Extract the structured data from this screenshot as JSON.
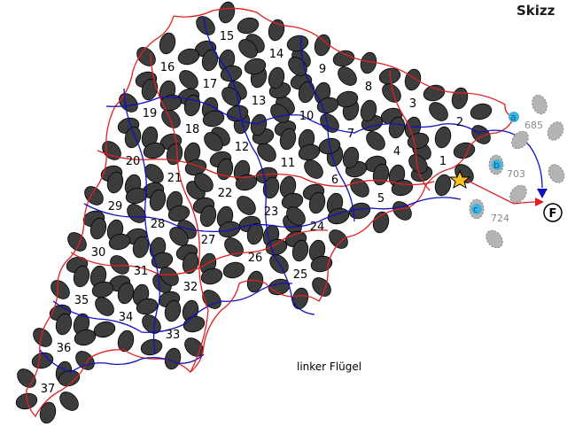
{
  "title": "Skizz",
  "caption": "linker Flügel",
  "finish_label": "F",
  "colors": {
    "red_path": "#e02020",
    "blue_path": "#1010c0",
    "bead": "#3c3c3c",
    "ghost_bead": "#b4b4b4",
    "marker": "#3cb4e6",
    "star": "#ffc020"
  },
  "cells": [
    "1",
    "2",
    "3",
    "4",
    "5",
    "6",
    "7",
    "8",
    "9",
    "10",
    "11",
    "12",
    "13",
    "14",
    "15",
    "16",
    "17",
    "18",
    "19",
    "20",
    "21",
    "22",
    "23",
    "24",
    "25",
    "26",
    "27",
    "28",
    "29",
    "30",
    "31",
    "32",
    "33",
    "34",
    "35",
    "36",
    "37"
  ],
  "markers": [
    {
      "letter": "a",
      "value": "685"
    },
    {
      "letter": "b",
      "value": "703"
    },
    {
      "letter": "c",
      "value": "724"
    }
  ],
  "icons": {
    "start": "star-icon",
    "finish": "finish-icon"
  }
}
